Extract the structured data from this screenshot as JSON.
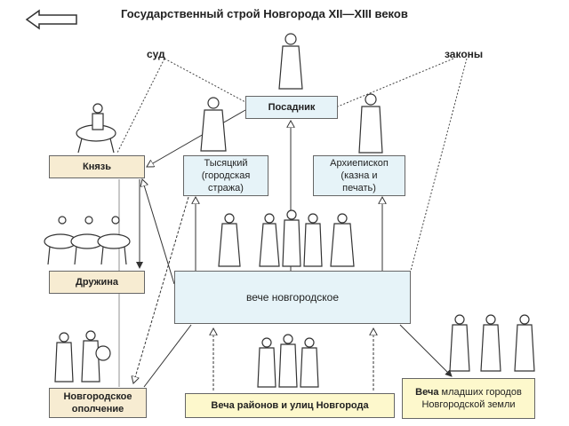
{
  "title": "Государственный строй Новгорода  XII—XIII веков",
  "labels": {
    "sud": "суд",
    "zakony": "законы"
  },
  "boxes": {
    "posadnik": "Посадник",
    "knyaz": "Князь",
    "tysyatsky": "Тысяцкий\n(городская\nстража)",
    "arkhiepiskop": "Архиепископ\n(казна и\nпечать)",
    "druzhina": "Дружина",
    "veche": "вече новгородское",
    "opolchenie": "Новгородское\nополчение",
    "veche_rayonov": "Веча районов и улиц Новгорода",
    "veche_mladshikh_title": "Веча",
    "veche_mladshikh_rest": " младших городов Новгородской земли"
  },
  "colors": {
    "box_blue": "#e6f3f8",
    "box_beige": "#f7ecd2",
    "box_yellow": "#fdf8cc"
  },
  "icons": [
    "back-arrow-icon"
  ]
}
